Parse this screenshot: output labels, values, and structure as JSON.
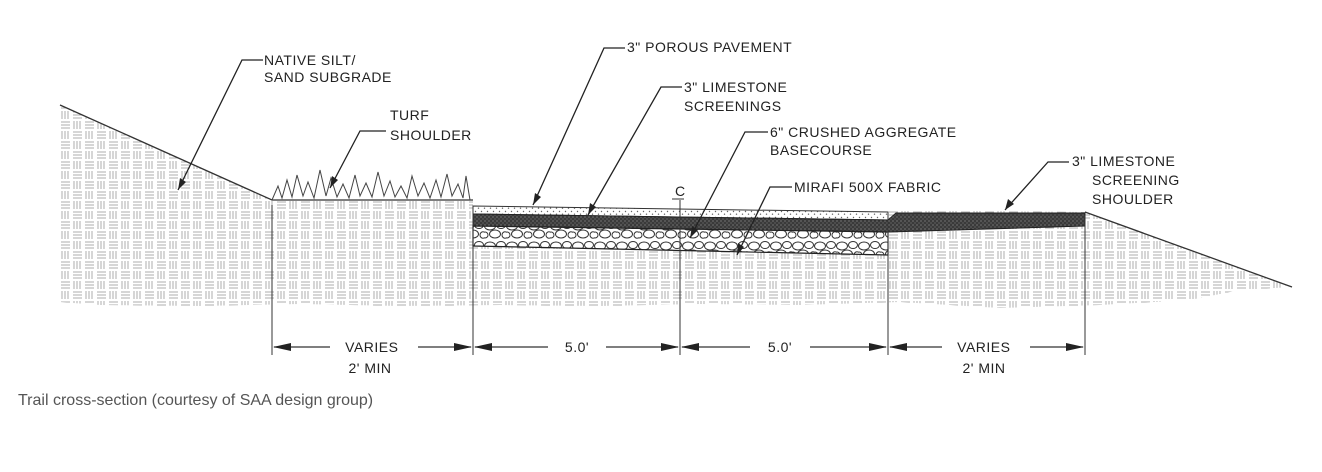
{
  "labels": {
    "subgrade": [
      "NATIVE SILT/",
      "SAND SUBGRADE"
    ],
    "turf": [
      "TURF",
      "SHOULDER"
    ],
    "porous": [
      "3\" POROUS PAVEMENT"
    ],
    "limestone": [
      "3\" LIMESTONE",
      "SCREENINGS"
    ],
    "aggregate": [
      "6\" CRUSHED AGGREGATE",
      "BASECOURSE"
    ],
    "fabric": [
      "MIRAFI 500X FABRIC"
    ],
    "shoulder": [
      "3\" LIMESTONE",
      "SCREENING",
      "SHOULDER"
    ],
    "centerline": "C"
  },
  "dimensions": {
    "left": [
      "VARIES",
      "2' MIN"
    ],
    "center_left": "5.0'",
    "center_right": "5.0'",
    "right": [
      "VARIES",
      "2' MIN"
    ]
  },
  "caption": "Trail cross-section (courtesy of SAA design group)"
}
